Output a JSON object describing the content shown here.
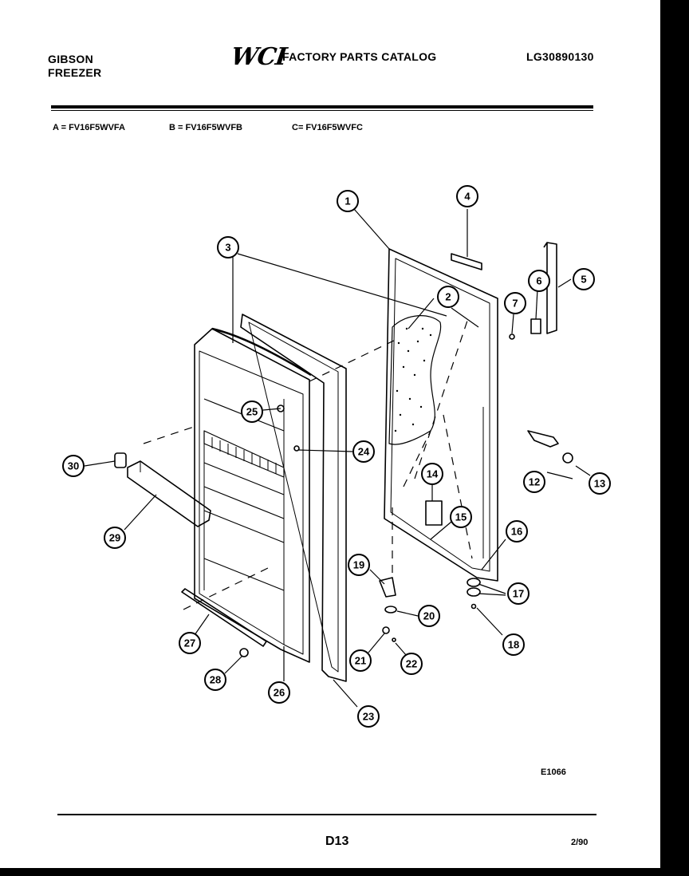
{
  "header": {
    "brand": "GIBSON",
    "product": "FREEZER",
    "logo_text": "WCI",
    "catalog_title": "FACTORY PARTS CATALOG",
    "catalog_code": "LG30890130"
  },
  "variants": [
    {
      "label": "A = FV16F5WVFA"
    },
    {
      "label": "B = FV16F5WVFB"
    },
    {
      "label": "C= FV16F5WVFC"
    }
  ],
  "diagram": {
    "drawing_code": "E1066",
    "callouts": [
      "1",
      "2",
      "3",
      "4",
      "5",
      "6",
      "7",
      "12",
      "13",
      "14",
      "15",
      "16",
      "17",
      "18",
      "19",
      "20",
      "21",
      "22",
      "23",
      "24",
      "25",
      "26",
      "27",
      "28",
      "29",
      "30"
    ]
  },
  "footer": {
    "page": "D13",
    "date": "2/90"
  }
}
